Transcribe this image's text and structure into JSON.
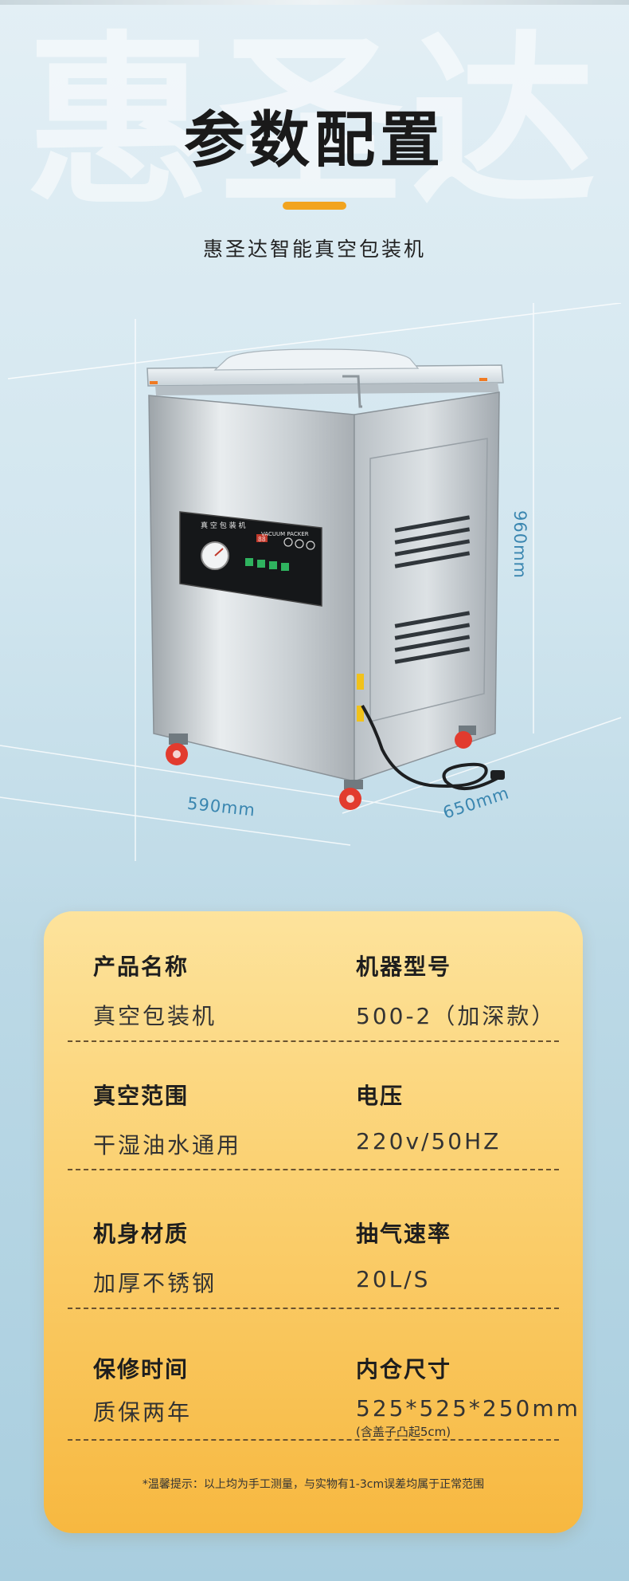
{
  "watermark": "惠圣达",
  "title": "参数配置",
  "subtitle": "惠圣达智能真空包装机",
  "product": {
    "panel_label": "真 空 包 装 机",
    "panel_label_en": "VACUUM PACKER",
    "panel_readout": "88"
  },
  "dimensions": {
    "width": "590mm",
    "depth": "650mm",
    "height": "960mm"
  },
  "specs": {
    "rows": [
      {
        "left": {
          "label": "产品名称",
          "value": "真空包装机"
        },
        "right": {
          "label": "机器型号",
          "value": "500-2（加深款）"
        }
      },
      {
        "left": {
          "label": "真空范围",
          "value": "干湿油水通用"
        },
        "right": {
          "label": "电压",
          "value": "220v/50HZ"
        }
      },
      {
        "left": {
          "label": "机身材质",
          "value": "加厚不锈钢"
        },
        "right": {
          "label": "抽气速率",
          "value": "20L/S"
        }
      },
      {
        "left": {
          "label": "保修时间",
          "value": "质保两年"
        },
        "right": {
          "label": "内仓尺寸",
          "value": "525*525*250mm",
          "note": "(含盖子凸起5cm)"
        }
      }
    ],
    "tip": "*温馨提示：以上均为手工测量，与实物有1-3cm误差均属于正常范围"
  }
}
